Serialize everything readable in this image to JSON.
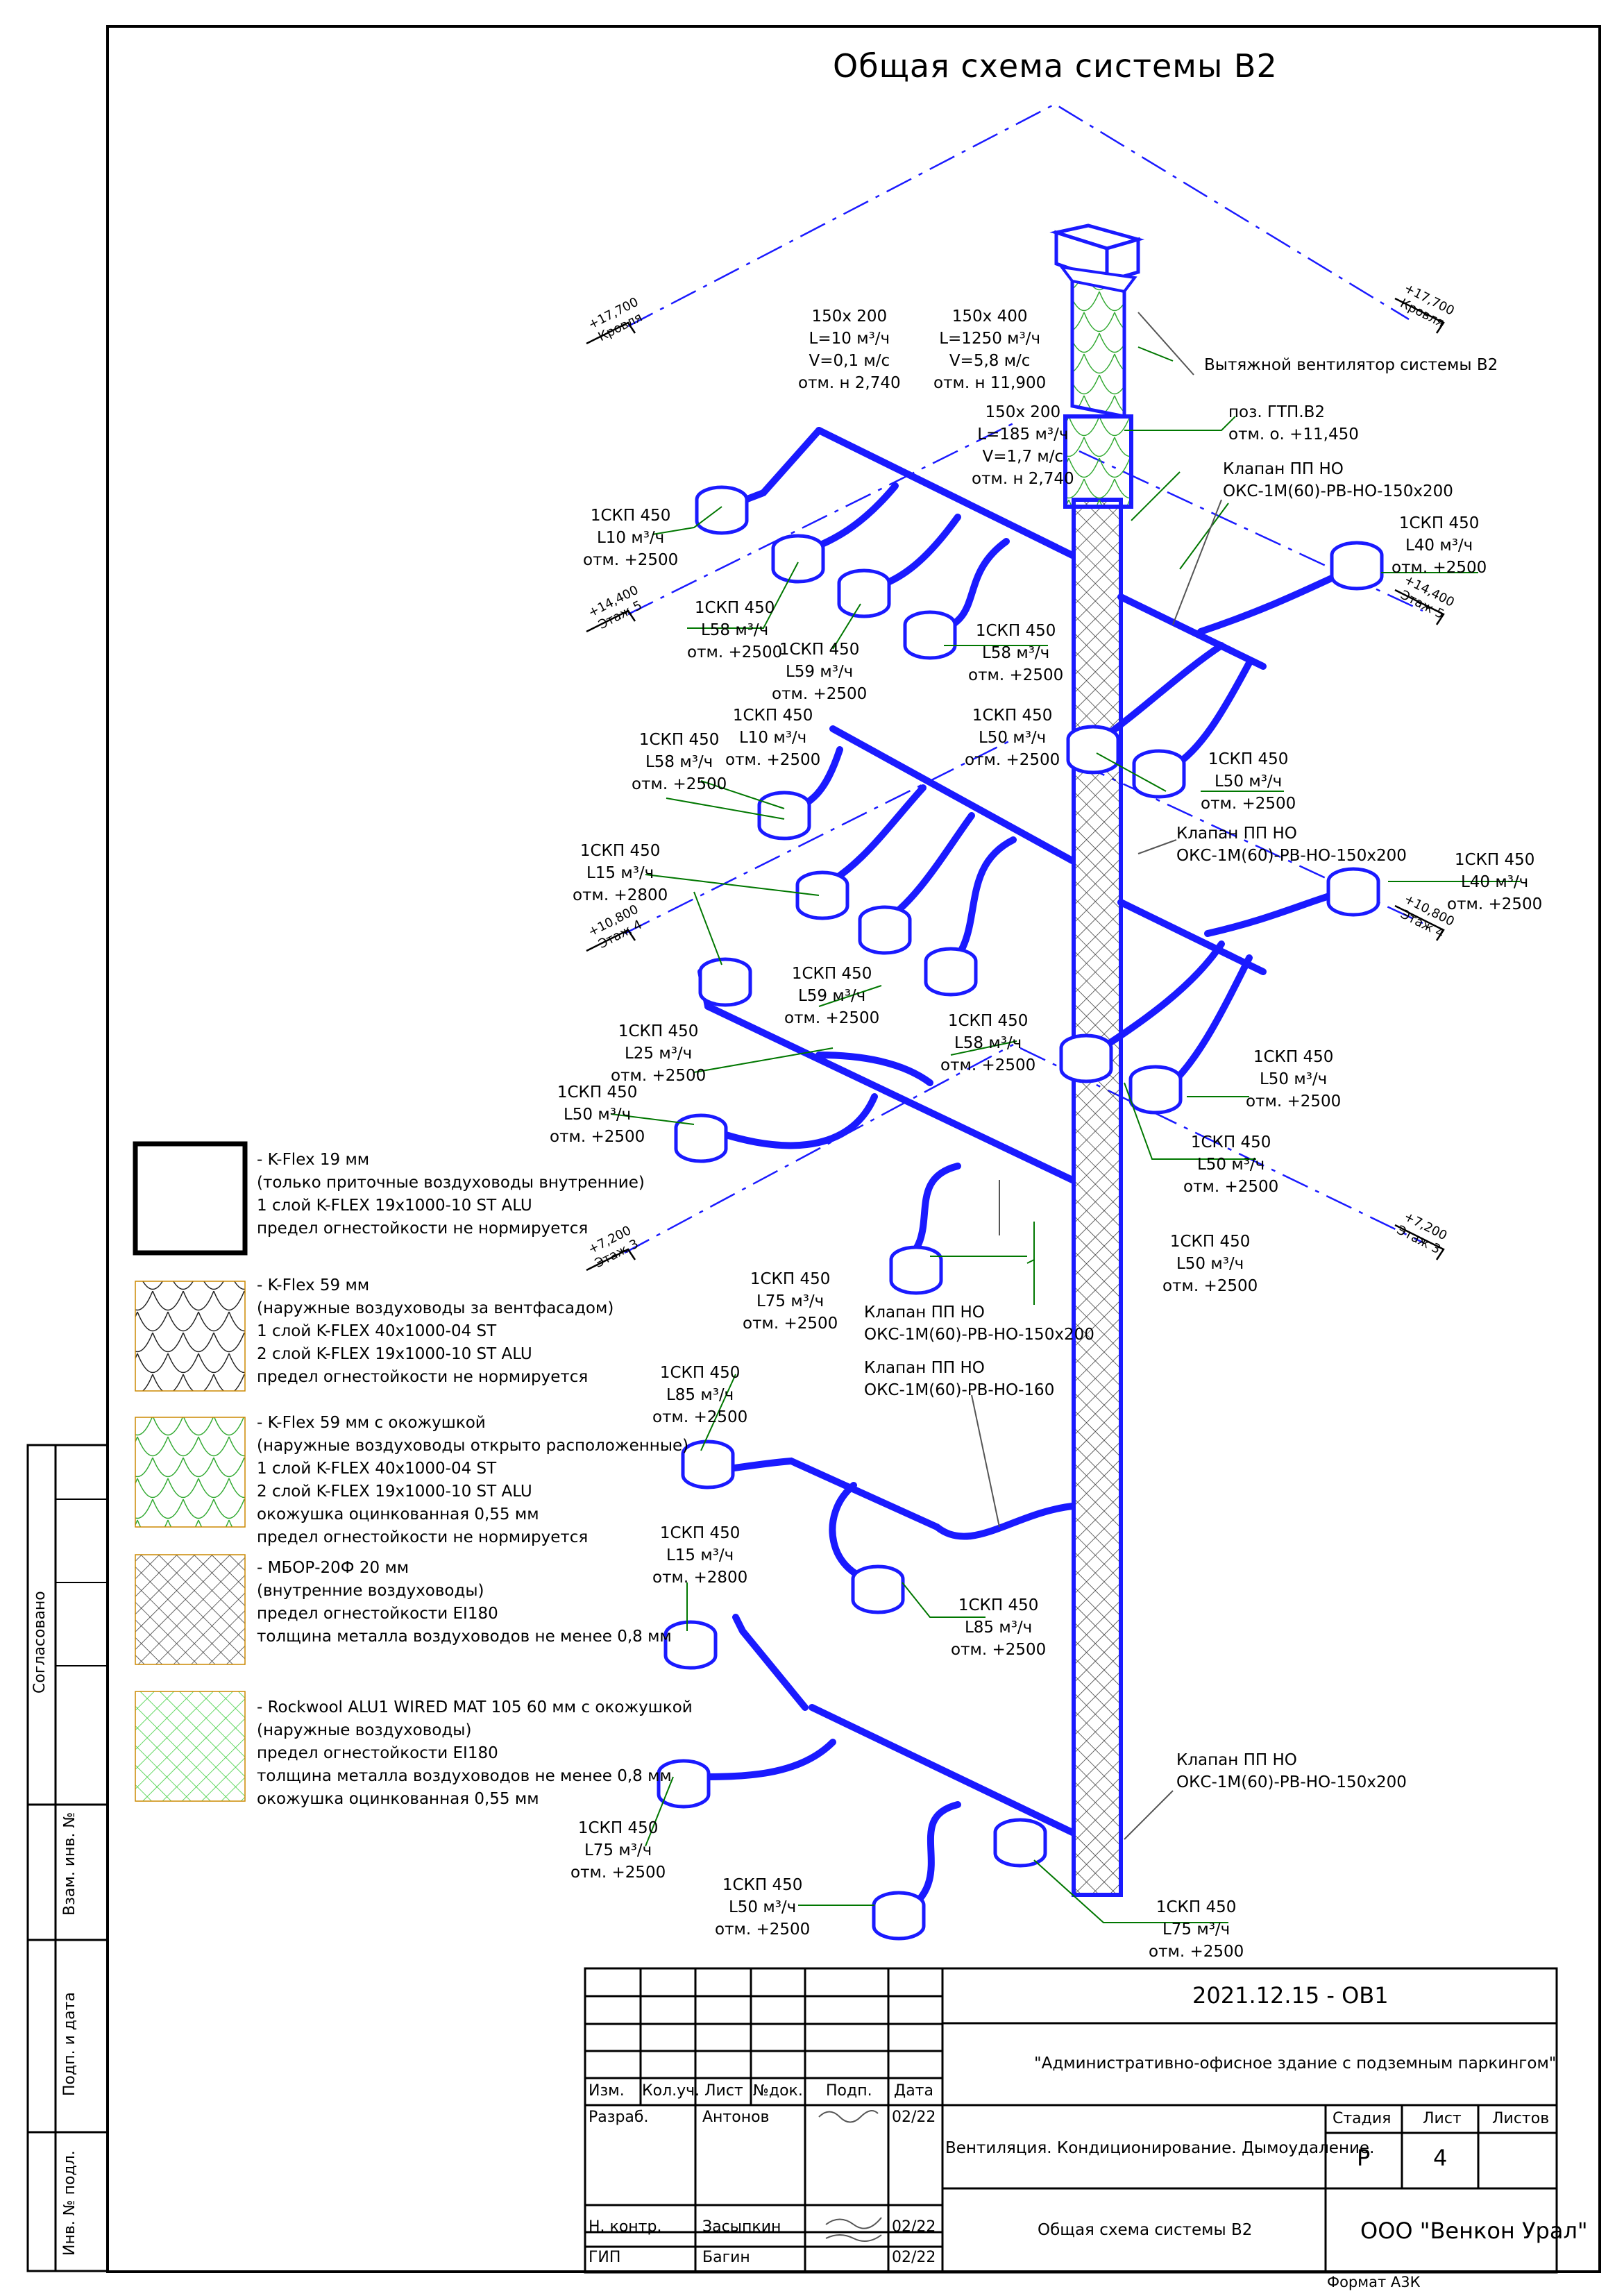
{
  "title": "Общая схема системы В2",
  "levels": [
    {
      "mark": "+17,700",
      "name": "Кровля"
    },
    {
      "mark": "+14,400",
      "name": "Этаж 5"
    },
    {
      "mark": "+10,800",
      "name": "Этаж 4"
    },
    {
      "mark": "+7,200",
      "name": "Этаж 3"
    }
  ],
  "labels": {
    "fan": "Вытяжной вентилятор системы В2",
    "gtp": [
      "поз. ГТП.В2",
      "отм. о. +11,450"
    ],
    "duct_top1": [
      "150х 200",
      "L=10 м³/ч",
      "V=0,1 м/с",
      "отм. н 2,740"
    ],
    "duct_top2": [
      "150х 400",
      "L=1250 м³/ч",
      "V=5,8 м/с",
      "отм. н 11,900"
    ],
    "duct_top3": [
      "150х 200",
      "L=185 м³/ч",
      "V=1,7 м/с",
      "отм. н 2,740"
    ],
    "valve1": [
      "Клапан ПП НО",
      "ОКС-1М(60)-РВ-НО-150х200"
    ],
    "valve2": [
      "Клапан ПП НО",
      "ОКС-1М(60)-РВ-НО-150х200"
    ],
    "valve3": [
      "Клапан ПП НО",
      "ОКС-1М(60)-РВ-НО-150х200"
    ],
    "valve4": [
      "Клапан ПП НО",
      "ОКС-1М(60)-РВ-НО-160"
    ],
    "valve5": [
      "Клапан ПП НО",
      "ОКС-1М(60)-РВ-НО-150х200"
    ],
    "d1": [
      "1СКП 450",
      "L10 м³/ч",
      "отм. +2500"
    ],
    "d2": [
      "1СКП 450",
      "L58 м³/ч",
      "отм. +2500"
    ],
    "d3": [
      "1СКП 450",
      "L59 м³/ч",
      "отм. +2500"
    ],
    "d4": [
      "1СКП 450",
      "L58 м³/ч",
      "отм. +2500"
    ],
    "d5": [
      "1СКП 450",
      "L40 м³/ч",
      "отм. +2500"
    ],
    "d6": [
      "1СКП 450",
      "L58 м³/ч",
      "отм. +2500"
    ],
    "d7": [
      "1СКП 450",
      "L10 м³/ч",
      "отм. +2500"
    ],
    "d8": [
      "1СКП 450",
      "L50 м³/ч",
      "отм. +2500"
    ],
    "d9": [
      "1СКП 450",
      "L50 м³/ч",
      "отм. +2500"
    ],
    "d10": [
      "1СКП 450",
      "L15 м³/ч",
      "отм. +2800"
    ],
    "d11": [
      "1СКП 450",
      "L40 м³/ч",
      "отм. +2500"
    ],
    "d12": [
      "1СКП 450",
      "L59 м³/ч",
      "отм. +2500"
    ],
    "d13": [
      "1СКП 450",
      "L25 м³/ч",
      "отм. +2500"
    ],
    "d14": [
      "1СКП 450",
      "L58 м³/ч",
      "отм. +2500"
    ],
    "d15": [
      "1СКП 450",
      "L50 м³/ч",
      "отм. +2500"
    ],
    "d16": [
      "1СКП 450",
      "L50 м³/ч",
      "отм. +2500"
    ],
    "d17": [
      "1СКП 450",
      "L50 м³/ч",
      "отм. +2500"
    ],
    "d18": [
      "1СКП 450",
      "L50 м³/ч",
      "отм. +2500"
    ],
    "d19": [
      "1СКП 450",
      "L75 м³/ч",
      "отм. +2500"
    ],
    "d20": [
      "1СКП 450",
      "L85 м³/ч",
      "отм. +2500"
    ],
    "d21": [
      "1СКП 450",
      "L15 м³/ч",
      "отм. +2800"
    ],
    "d22": [
      "1СКП 450",
      "L85 м³/ч",
      "отм. +2500"
    ],
    "d23": [
      "1СКП 450",
      "L75 м³/ч",
      "отм. +2500"
    ],
    "d24": [
      "1СКП 450",
      "L50 м³/ч",
      "отм. +2500"
    ],
    "d25": [
      "1СКП 450",
      "L75 м³/ч",
      "отм. +2500"
    ]
  },
  "legend": [
    {
      "lines": [
        "- K-Flex 19 мм",
        "(только приточные воздуховоды внутренние)",
        "1 слой K-FLEX 19х1000-10 ST ALU",
        "предел огнестойкости не нормируется"
      ]
    },
    {
      "lines": [
        "- K-Flex 59 мм",
        "(наружные воздуховоды за вентфасадом)",
        "1 слой K-FLEX 40х1000-04 ST",
        "2 слой K-FLEX 19х1000-10 ST ALU",
        "предел огнестойкости не нормируется"
      ]
    },
    {
      "lines": [
        "- K-Flex 59 мм с окожушкой",
        "(наружные воздуховоды открыто расположенные)",
        "1 слой K-FLEX 40х1000-04 ST",
        "2 слой K-FLEX 19х1000-10 ST ALU",
        "окожушка оцинкованная 0,55 мм",
        "предел огнестойкости не нормируется"
      ]
    },
    {
      "lines": [
        "- МБОР-20Ф 20 мм",
        "(внутренние воздуховоды)",
        "предел огнестойкости EI180",
        "толщина металла воздуховодов не менее 0,8 мм"
      ]
    },
    {
      "lines": [
        "- Rockwool ALU1 WIRED MAT 105 60 мм с окожушкой",
        "(наружные воздуховоды)",
        "предел огнестойкости EI180",
        "толщина металла воздуховодов не менее 0,8 мм",
        " окожушка оцинкованная 0,55 мм"
      ]
    }
  ],
  "side_stamp": [
    "Согласовано",
    "Взам. инв. №",
    "Подп. и дата",
    "Инв. № подл."
  ],
  "stamp": {
    "code": "2021.12.15 - ОВ1",
    "object": "\"Административно-офисное здание с подземным паркингом\"",
    "section": "Вентиляция. Кондиционирование. Дымоудаление.",
    "sheet_title": "Общая схема системы В2",
    "company": "ООО \"Венкон Урал\"",
    "headers": [
      "Изм.",
      "Кол.уч.",
      "Лист",
      "№док.",
      "Подп.",
      "Дата"
    ],
    "stage_label": "Стадия",
    "sheet_label": "Лист",
    "sheets_label": "Листов",
    "stage": "Р",
    "sheet": "4",
    "sheets": "",
    "roles": [
      {
        "role": "Разраб.",
        "name": "Антонов",
        "date": "02/22"
      },
      {
        "role": "Н. контр.",
        "name": "Засыпкин",
        "date": "02/22"
      },
      {
        "role": "ГИП",
        "name": "Багин",
        "date": "02/22"
      }
    ],
    "format": "Формат А3К"
  }
}
